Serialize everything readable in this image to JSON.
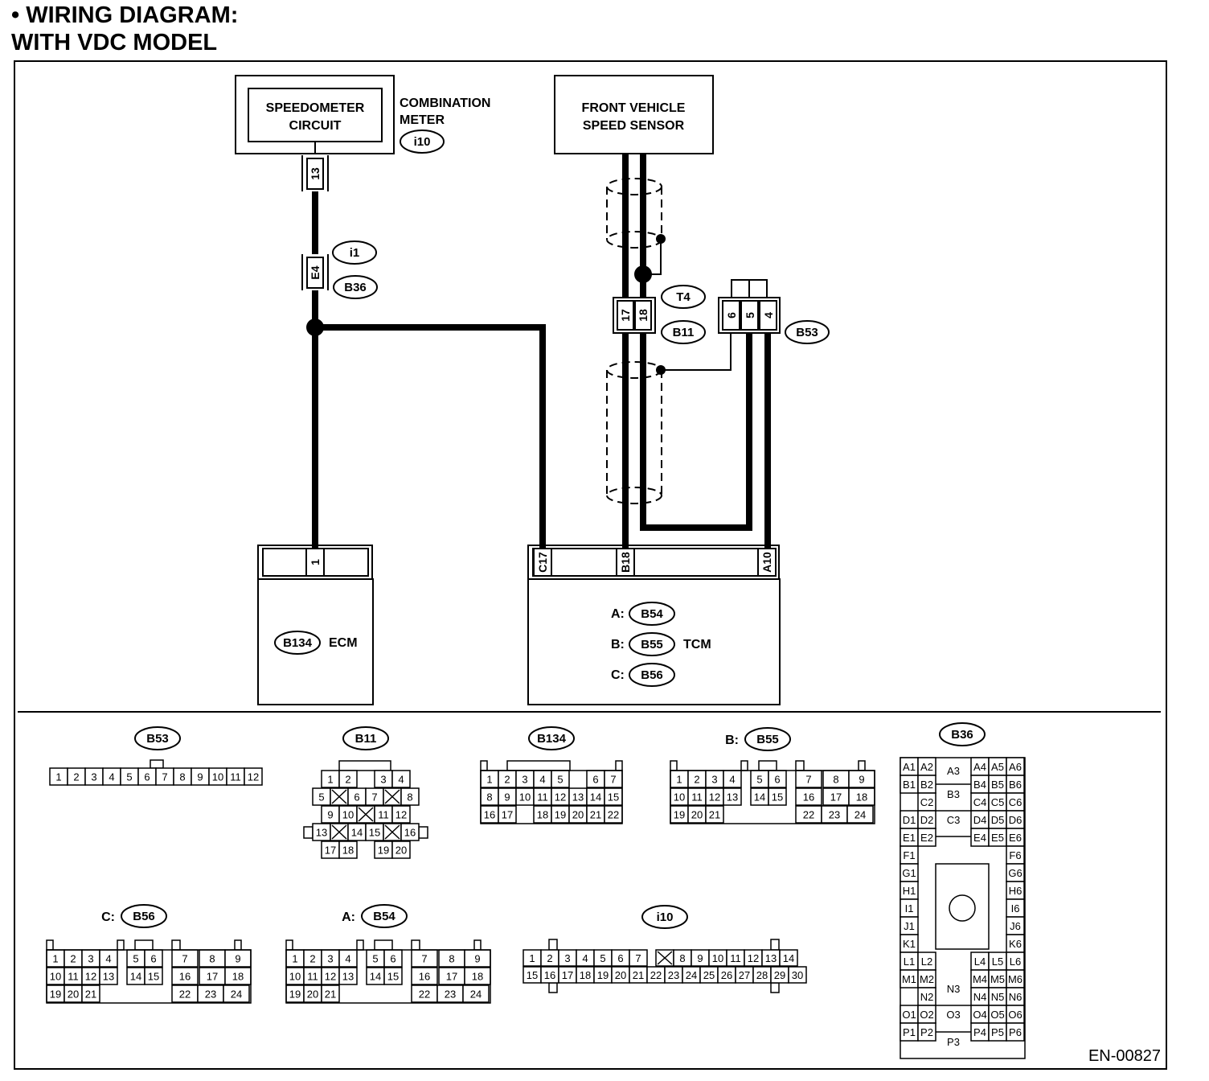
{
  "heading": {
    "line1": "•  WIRING DIAGRAM:",
    "line2": "WITH VDC MODEL"
  },
  "components": {
    "speedometer": [
      "SPEEDOMETER",
      "CIRCUIT"
    ],
    "combination_meter": [
      "COMBINATION",
      "METER"
    ],
    "front_sensor": [
      "FRONT VEHICLE",
      "SPEED SENSOR"
    ],
    "ecm": "ECM",
    "tcm": "TCM"
  },
  "tags": {
    "i10": "i10",
    "i1": "i1",
    "B36": "B36",
    "T4": "T4",
    "B11": "B11",
    "B53": "B53",
    "B134": "B134",
    "B54": "B54",
    "B55": "B55",
    "B56": "B56"
  },
  "prefixes": {
    "a": "A:",
    "b": "B:",
    "c": "C:"
  },
  "pins": {
    "meter": "13",
    "e4": "E4",
    "b11_17": "17",
    "b11_18": "18",
    "b53_6": "6",
    "b53_5": "5",
    "b53_4": "4",
    "ecm_1": "1",
    "tcm_c17": "C17",
    "tcm_b18": "B18",
    "tcm_a10": "A10"
  },
  "doc_id": "EN-00827",
  "connectors": {
    "B53": {
      "label": "B53",
      "pins": [
        "1",
        "2",
        "3",
        "4",
        "5",
        "6",
        "7",
        "8",
        "9",
        "10",
        "11",
        "12"
      ]
    },
    "B11": {
      "label": "B11",
      "row1": [
        "1",
        "2",
        "",
        "3",
        "4"
      ],
      "row2": [
        "5",
        "X",
        "6",
        "7",
        "X",
        "8"
      ],
      "row3": [
        "9",
        "10",
        "X",
        "11",
        "12"
      ],
      "row4": [
        "13",
        "X",
        "14",
        "15",
        "X",
        "16"
      ],
      "row5": [
        "17",
        "18",
        "",
        "19",
        "20"
      ]
    },
    "B134": {
      "label": "B134",
      "row1": [
        "1",
        "2",
        "3",
        "4",
        "5",
        "",
        "6",
        "7"
      ],
      "row2": [
        "8",
        "9",
        "10",
        "11",
        "12",
        "13",
        "14",
        "15"
      ],
      "row3": [
        "16",
        "17",
        "",
        "18",
        "19",
        "20",
        "21",
        "22"
      ]
    },
    "B55": {
      "prefix": "B:",
      "label": "B55",
      "row1": [
        "1",
        "2",
        "3",
        "4",
        "",
        "5",
        "6",
        "",
        "7",
        "8",
        "9"
      ],
      "row2": [
        "10",
        "11",
        "12",
        "13",
        "",
        "14",
        "15",
        "",
        "16",
        "17",
        "18"
      ],
      "row3": [
        "19",
        "20",
        "21",
        "",
        "",
        "",
        "",
        "",
        "22",
        "23",
        "24"
      ]
    },
    "B56": {
      "prefix": "C:",
      "label": "B56",
      "row1": [
        "1",
        "2",
        "3",
        "4",
        "",
        "5",
        "6",
        "",
        "7",
        "8",
        "9"
      ],
      "row2": [
        "10",
        "11",
        "12",
        "13",
        "",
        "14",
        "15",
        "",
        "16",
        "17",
        "18"
      ],
      "row3": [
        "19",
        "20",
        "21",
        "",
        "",
        "",
        "",
        "",
        "22",
        "23",
        "24"
      ]
    },
    "B54": {
      "prefix": "A:",
      "label": "B54",
      "row1": [
        "1",
        "2",
        "3",
        "4",
        "",
        "5",
        "6",
        "",
        "7",
        "8",
        "9"
      ],
      "row2": [
        "10",
        "11",
        "12",
        "13",
        "",
        "14",
        "15",
        "",
        "16",
        "17",
        "18"
      ],
      "row3": [
        "19",
        "20",
        "21",
        "",
        "",
        "",
        "",
        "",
        "22",
        "23",
        "24"
      ]
    },
    "i10": {
      "label": "i10",
      "row1": [
        "1",
        "2",
        "3",
        "4",
        "5",
        "6",
        "7",
        "X",
        "8",
        "9",
        "10",
        "11",
        "12",
        "13",
        "14"
      ],
      "row2": [
        "15",
        "16",
        "17",
        "18",
        "19",
        "20",
        "21",
        "22",
        "23",
        "24",
        "25",
        "26",
        "27",
        "28",
        "29",
        "30"
      ]
    },
    "B36": {
      "label": "B36",
      "left": [
        [
          "A1",
          "A2"
        ],
        [
          "B1",
          "B2"
        ],
        [
          "",
          "C2"
        ],
        [
          "D1",
          "D2"
        ],
        [
          "E1",
          "E2"
        ],
        [
          "F1",
          ""
        ],
        [
          "G1",
          ""
        ],
        [
          "H1",
          ""
        ],
        [
          "I1",
          ""
        ],
        [
          "J1",
          ""
        ],
        [
          "K1",
          ""
        ],
        [
          "L1",
          "L2"
        ],
        [
          "M1",
          "M2"
        ],
        [
          "",
          "N2"
        ],
        [
          "O1",
          "O2"
        ],
        [
          "P1",
          "P2"
        ]
      ],
      "right": [
        [
          "A4",
          "A5",
          "A6"
        ],
        [
          "B4",
          "B5",
          "B6"
        ],
        [
          "C4",
          "C5",
          "C6"
        ],
        [
          "D4",
          "D5",
          "D6"
        ],
        [
          "E4",
          "E5",
          "E6"
        ],
        [
          "",
          "",
          "F6"
        ],
        [
          "",
          "",
          "G6"
        ],
        [
          "",
          "",
          "H6"
        ],
        [
          "",
          "",
          "I6"
        ],
        [
          "",
          "",
          "J6"
        ],
        [
          "",
          "",
          "K6"
        ],
        [
          "L4",
          "L5",
          "L6"
        ],
        [
          "M4",
          "M5",
          "M6"
        ],
        [
          "N4",
          "N5",
          "N6"
        ],
        [
          "O4",
          "O5",
          "O6"
        ],
        [
          "P4",
          "P5",
          "P6"
        ]
      ],
      "mid": [
        "A3",
        "B3",
        "C3",
        "N3",
        "O3",
        "P3"
      ]
    }
  }
}
